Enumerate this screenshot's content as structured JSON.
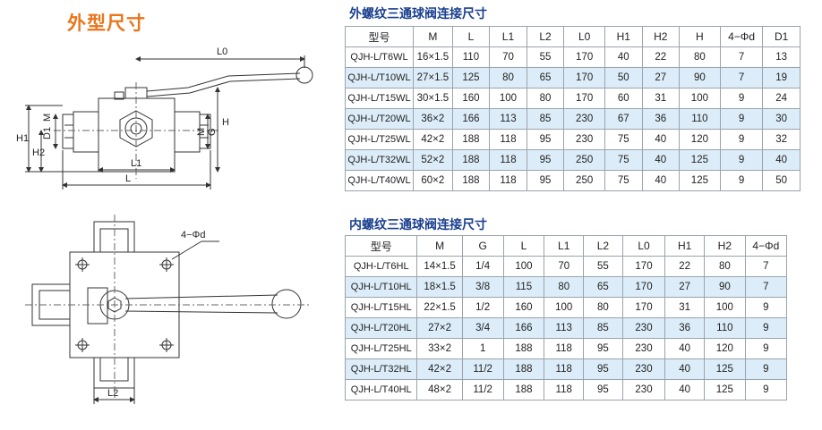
{
  "page": {
    "title": "外型尺寸"
  },
  "drawing": {
    "labels": [
      "L0",
      "M",
      "H",
      "H1",
      "D1",
      "M",
      "G",
      "H2",
      "L1",
      "L",
      "4−Φd",
      "L2"
    ]
  },
  "table1": {
    "title": "外螺纹三通球阀连接尺寸",
    "headers": [
      "型号",
      "M",
      "L",
      "L1",
      "L2",
      "L0",
      "H1",
      "H2",
      "H",
      "4−Φd",
      "D1"
    ],
    "rows": [
      [
        "QJH-L/T6WL",
        "16×1.5",
        "110",
        "70",
        "55",
        "170",
        "40",
        "22",
        "80",
        "7",
        "13"
      ],
      [
        "QJH-L/T10WL",
        "27×1.5",
        "125",
        "80",
        "65",
        "170",
        "50",
        "27",
        "90",
        "7",
        "19"
      ],
      [
        "QJH-L/T15WL",
        "30×1.5",
        "160",
        "100",
        "80",
        "170",
        "60",
        "31",
        "100",
        "9",
        "24"
      ],
      [
        "QJH-L/T20WL",
        "36×2",
        "166",
        "113",
        "85",
        "230",
        "67",
        "36",
        "110",
        "9",
        "30"
      ],
      [
        "QJH-L/T25WL",
        "42×2",
        "188",
        "118",
        "95",
        "230",
        "75",
        "40",
        "120",
        "9",
        "32"
      ],
      [
        "QJH-L/T32WL",
        "52×2",
        "188",
        "118",
        "95",
        "250",
        "75",
        "40",
        "125",
        "9",
        "40"
      ],
      [
        "QJH-L/T40WL",
        "60×2",
        "188",
        "118",
        "95",
        "250",
        "75",
        "40",
        "125",
        "9",
        "50"
      ]
    ]
  },
  "table2": {
    "title": "内螺纹三通球阀连接尺寸",
    "headers": [
      "型号",
      "M",
      "G",
      "L",
      "L1",
      "L2",
      "L0",
      "H1",
      "H2",
      "4−Φd"
    ],
    "rows": [
      [
        "QJH-L/T6HL",
        "14×1.5",
        "1/4",
        "100",
        "70",
        "55",
        "170",
        "22",
        "80",
        "7"
      ],
      [
        "QJH-L/T10HL",
        "18×1.5",
        "3/8",
        "115",
        "80",
        "65",
        "170",
        "27",
        "90",
        "7"
      ],
      [
        "QJH-L/T15HL",
        "22×1.5",
        "1/2",
        "160",
        "100",
        "80",
        "170",
        "31",
        "100",
        "9"
      ],
      [
        "QJH-L/T20HL",
        "27×2",
        "3/4",
        "166",
        "113",
        "85",
        "230",
        "36",
        "110",
        "9"
      ],
      [
        "QJH-L/T25HL",
        "33×2",
        "1",
        "188",
        "118",
        "95",
        "230",
        "40",
        "120",
        "9"
      ],
      [
        "QJH-L/T32HL",
        "42×2",
        "11/2",
        "188",
        "118",
        "95",
        "230",
        "40",
        "125",
        "9"
      ],
      [
        "QJH-L/T40HL",
        "48×2",
        "11/2",
        "188",
        "118",
        "95",
        "230",
        "40",
        "125",
        "9"
      ]
    ]
  }
}
